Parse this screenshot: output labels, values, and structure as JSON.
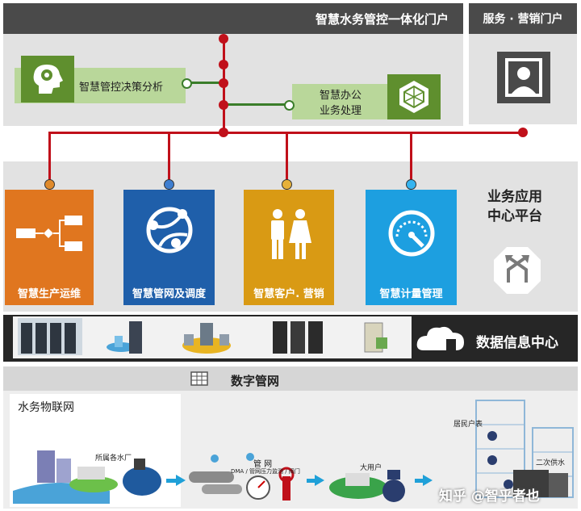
{
  "top_header": {
    "title": "智慧水务管控一体化门户"
  },
  "portal": {
    "title": "服务 · 营销门户"
  },
  "top_items": [
    {
      "label": "智慧管控决策分析",
      "icon": "brain-head-icon"
    },
    {
      "label_line1": "智慧办公",
      "label_line2": "业务处理",
      "icon": "network-hexagon-icon"
    }
  ],
  "platform": {
    "title_line1": "业务应用",
    "title_line2": "中心平台",
    "icon": "merge-arrows-icon"
  },
  "tiles": [
    {
      "label": "智慧生产运维",
      "color": "#e0761f",
      "dot": "#e08a2a",
      "icon": "flowchart-icon"
    },
    {
      "label": "智慧管网及调度",
      "color": "#1f5faa",
      "dot": "#3e7ed0",
      "icon": "globe-network-icon"
    },
    {
      "label": "智慧客户. 营销",
      "color": "#d99a14",
      "dot": "#e6b13a",
      "icon": "people-icon"
    },
    {
      "label": "智慧计量管理",
      "color": "#1d9fe0",
      "dot": "#34b4f0",
      "icon": "gauge-icon"
    }
  ],
  "datacenter": {
    "title": "数据信息中心",
    "icon": "cloud-icon"
  },
  "network": {
    "title": "数字管网",
    "icon": "grid-table-icon"
  },
  "iot": {
    "title": "水务物联网"
  },
  "iot_labels": {
    "plant": "所属各水厂",
    "pipe": "管 网",
    "dma": "DMA / 管网压力监测 / 阀门",
    "user": "大用户",
    "resident": "居民户表",
    "supply": "二次供水"
  },
  "watermark": {
    "text": "知乎 @智乎者也"
  }
}
